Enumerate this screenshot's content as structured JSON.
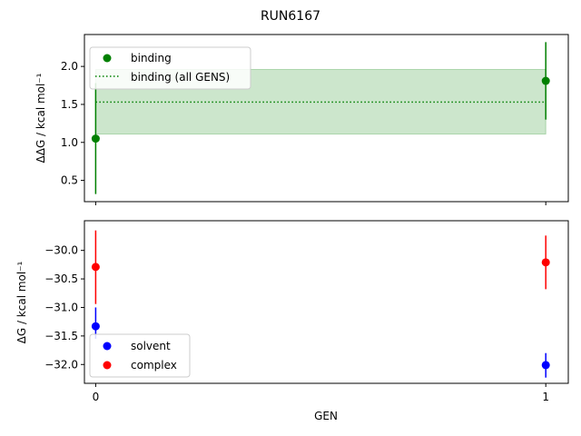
{
  "figure": {
    "title": "RUN6167",
    "xlabel": "GEN"
  },
  "chart_data": [
    {
      "type": "scatter",
      "panel": "top",
      "ylabel": "ΔΔG / kcal mol⁻¹",
      "x": [
        0,
        1
      ],
      "xticks": [
        0,
        1
      ],
      "xlim": [
        -0.025,
        1.05
      ],
      "ylim": [
        0.22,
        2.42
      ],
      "yticks": [
        0.5,
        1.0,
        1.5,
        2.0
      ],
      "ytick_labels": [
        "0.5",
        "1.0",
        "1.5",
        "2.0"
      ],
      "show_xtick_labels": false,
      "series": [
        {
          "name": "binding",
          "color": "#008000",
          "y": [
            1.05,
            1.81
          ],
          "yerr_low": [
            0.32,
            1.3
          ],
          "yerr_high": [
            1.78,
            2.32
          ]
        }
      ],
      "band": {
        "name": "binding (all GENS)",
        "color": "#008000",
        "mean": 1.53,
        "low": 1.11,
        "high": 1.96
      },
      "legend_entries": [
        "binding",
        "binding (all GENS)"
      ],
      "legend_position": "upper left",
      "grid": false
    },
    {
      "type": "scatter",
      "panel": "bottom",
      "ylabel": "ΔG / kcal mol⁻¹",
      "x": [
        0,
        1
      ],
      "xticks": [
        0,
        1
      ],
      "xtick_labels": [
        "0",
        "1"
      ],
      "xlim": [
        -0.025,
        1.05
      ],
      "ylim": [
        -32.33,
        -29.48
      ],
      "yticks": [
        -30.0,
        -30.5,
        -31.0,
        -31.5,
        -32.0
      ],
      "ytick_labels": [
        "−30.0",
        "−30.5",
        "−31.0",
        "−31.5",
        "−32.0"
      ],
      "series": [
        {
          "name": "solvent",
          "color": "#0000ff",
          "y": [
            -31.33,
            -32.01
          ],
          "yerr_low": [
            -31.55,
            -32.23
          ],
          "yerr_high": [
            -31.0,
            -31.8
          ]
        },
        {
          "name": "complex",
          "color": "#ff0000",
          "y": [
            -30.29,
            -30.21
          ],
          "yerr_low": [
            -30.94,
            -30.68
          ],
          "yerr_high": [
            -29.65,
            -29.74
          ]
        }
      ],
      "legend_entries": [
        "solvent",
        "complex"
      ],
      "legend_position": "lower left",
      "grid": false
    }
  ]
}
